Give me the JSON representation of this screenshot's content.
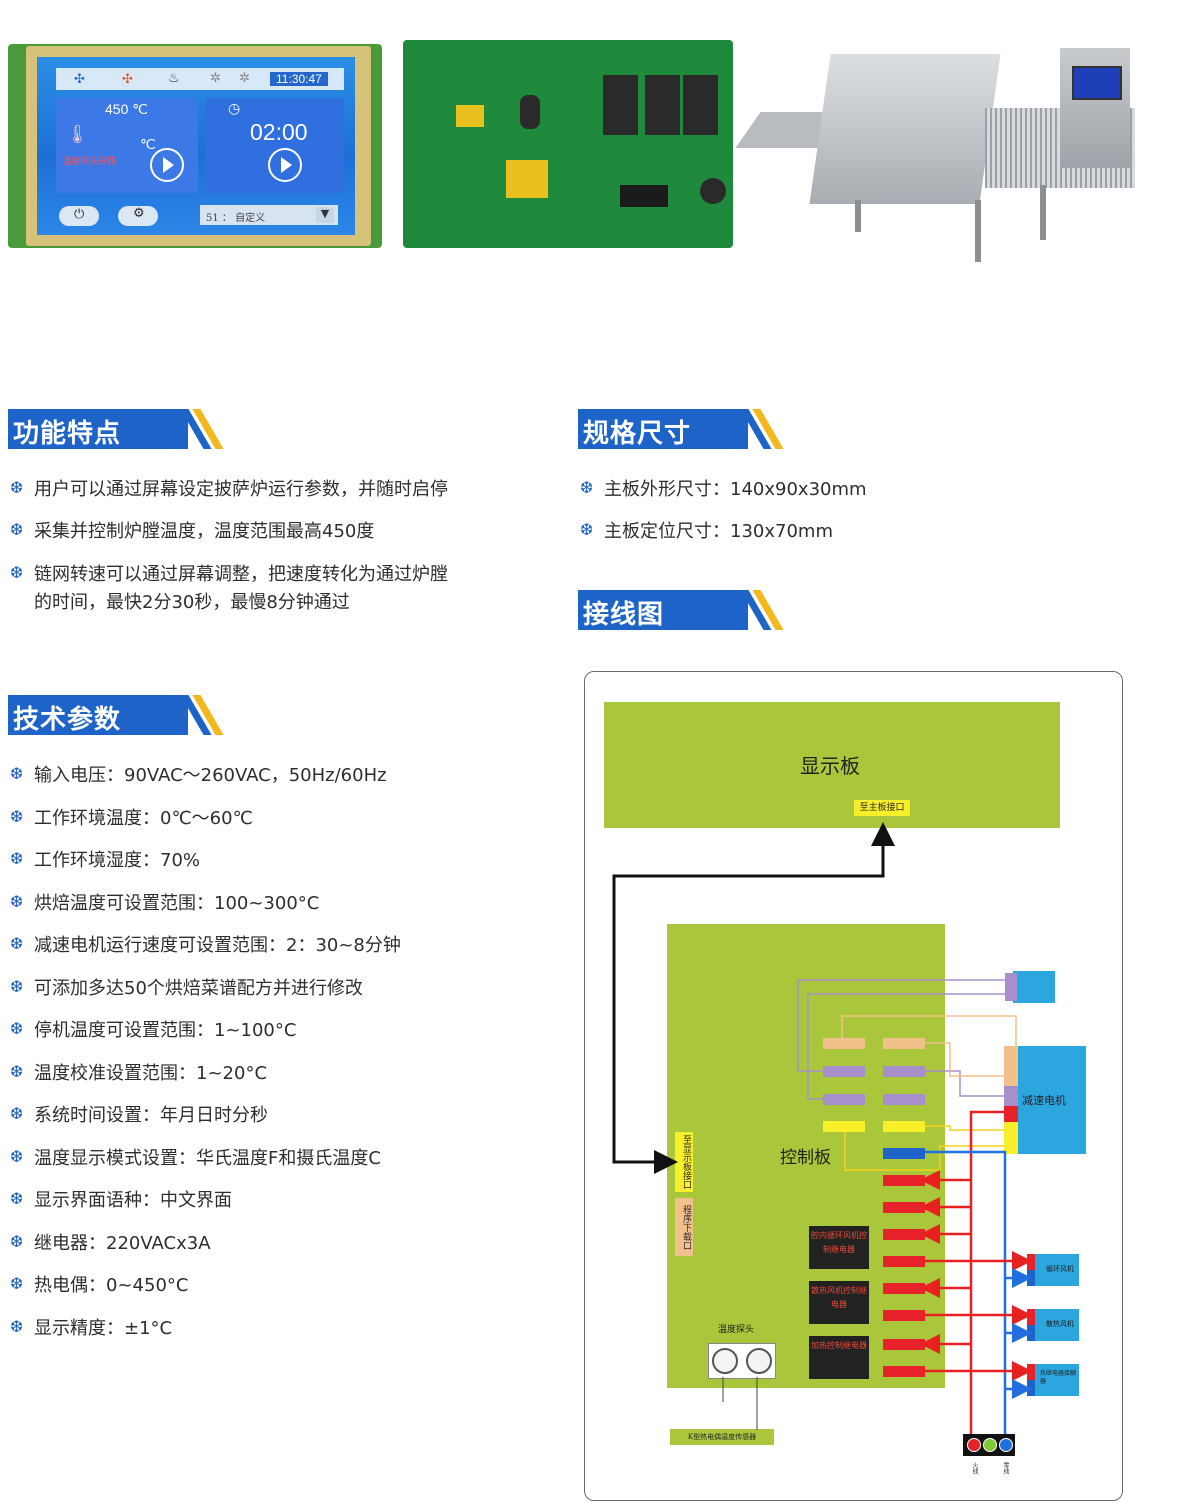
{
  "photos": {
    "lcd": {
      "time": "11:30:47",
      "temp": "450 ℃",
      "temp_unit": "℃",
      "timer": "02:00",
      "status": "温度探头开路",
      "recipe": "51 ： 自定义"
    }
  },
  "sections": {
    "features": {
      "title": "功能特点",
      "items": [
        "用户可以通过屏幕设定披萨炉运行参数，并随时启停",
        "采集并控制炉膛温度，温度范围最高450度",
        "链网转速可以通过屏幕调整，把速度转化为通过炉膛",
        "的时间，最快2分30秒，最慢8分钟通过"
      ]
    },
    "specs": {
      "title": "规格尺寸",
      "items": [
        "主板外形尺寸：140x90x30mm",
        "主板定位尺寸：130x70mm"
      ]
    },
    "wiring": {
      "title": "接线图"
    },
    "tech": {
      "title": "技术参数",
      "items": [
        "输入电压：90VAC～260VAC，50Hz/60Hz",
        "工作环境温度：0℃～60℃",
        "工作环境湿度：70%",
        "烘焙温度可设置范围：100~300°C",
        "减速电机运行速度可设置范围：2：30~8分钟",
        "可添加多达50个烘焙菜谱配方并进行修改",
        "停机温度可设置范围：1~100°C",
        "温度校准设置范围：1~20°C",
        "系统时间设置：年月日时分秒",
        "温度显示模式设置：华氏温度F和摄氏温度C",
        "显示界面语种：中文界面",
        "继电器：220VACx3A",
        "热电偶：0~450°C",
        "显示精度：±1°C"
      ]
    }
  },
  "diagram": {
    "display_board": "显示板",
    "display_port": "至主板接口",
    "control_board": "控制板",
    "control_port_display": "至显示板接口",
    "control_port_program": "程序下载口",
    "motor": "减速电机",
    "relay_1": "腔内循环风机控制继电器",
    "relay_2": "散热风机控制继电器",
    "relay_3": "加热控制继电器",
    "fan_circulation": "循环风机",
    "fan_cooling": "散热风机",
    "heater": "热继电器接触器",
    "thermo_port": "温度探头",
    "bottom_note": "K型热电偶温度传感器",
    "live": "火线",
    "neutral": "零线",
    "colors": {
      "board": "#aac63a",
      "pad_red": "#e8222a",
      "pad_yellow": "#f7ef2a",
      "pad_purple": "#a78fcc",
      "pad_orange": "#f2c08a",
      "pad_blue": "#1e64c8",
      "device": "#2ca6df",
      "wire_red": "#e82020",
      "wire_blue": "#2070e0"
    }
  }
}
